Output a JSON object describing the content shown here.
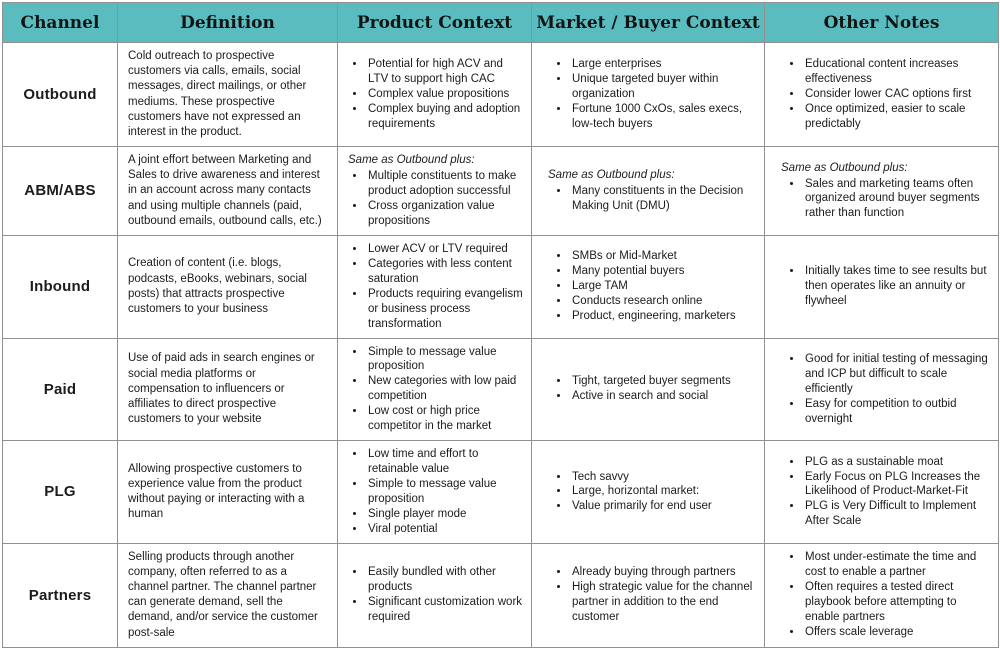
{
  "theme": {
    "header_bg": "#5BBCC0",
    "border_color": "#919191",
    "text_color": "#1c1c1c"
  },
  "table": {
    "headers": [
      "Channel",
      "Definition",
      "Product Context",
      "Market / Buyer Context",
      "Other Notes"
    ],
    "rows": [
      {
        "channel": "Outbound",
        "definition": "Cold outreach to prospective customers via calls, emails, social messages, direct mailings, or other mediums.  These prospective customers have not expressed an interest in the product.",
        "product": {
          "intro": "",
          "bullets": [
            "Potential for high ACV and LTV to support high CAC",
            "Complex value propositions",
            "Complex buying and adoption requirements"
          ]
        },
        "market": {
          "intro": "",
          "bullets": [
            "Large enterprises",
            "Unique targeted buyer within organization",
            "Fortune 1000 CxOs, sales execs, low-tech buyers"
          ]
        },
        "notes": {
          "intro": "",
          "bullets": [
            "Educational content increases effectiveness",
            "Consider lower CAC options first",
            "Once optimized, easier to scale predictably"
          ]
        }
      },
      {
        "channel": "ABM/ABS",
        "definition": "A joint effort between Marketing and Sales to drive awareness and interest in an account across many contacts and using multiple channels (paid, outbound emails, outbound calls, etc.)",
        "product": {
          "intro": "Same as Outbound plus:",
          "bullets": [
            "Multiple constituents to make product adoption successful",
            "Cross organization value propositions"
          ]
        },
        "market": {
          "intro": "Same as Outbound plus:",
          "bullets": [
            "Many constituents in the Decision Making Unit (DMU)"
          ]
        },
        "notes": {
          "intro": "Same as Outbound plus:",
          "bullets": [
            "Sales and marketing teams often organized around buyer segments rather than function"
          ]
        }
      },
      {
        "channel": "Inbound",
        "definition": "Creation of content (i.e. blogs, podcasts, eBooks, webinars, social posts) that attracts prospective customers to your business",
        "product": {
          "intro": "",
          "bullets": [
            "Lower ACV or LTV required",
            "Categories with less content saturation",
            "Products requiring evangelism or business process transformation"
          ]
        },
        "market": {
          "intro": "",
          "bullets": [
            "SMBs or Mid-Market",
            "Many potential buyers",
            "Large TAM",
            "Conducts research online",
            "Product, engineering, marketers"
          ]
        },
        "notes": {
          "intro": "",
          "bullets": [
            "Initially takes time to see results but then operates like an annuity or flywheel"
          ]
        }
      },
      {
        "channel": "Paid",
        "definition": "Use of paid ads in search engines or social media platforms or compensation to influencers or affiliates to direct prospective customers to your website",
        "product": {
          "intro": "",
          "bullets": [
            "Simple to message value proposition",
            "New categories with low paid competition",
            "Low cost or high price competitor in the market"
          ]
        },
        "market": {
          "intro": "",
          "bullets": [
            "Tight, targeted buyer segments",
            "Active in search and social"
          ]
        },
        "notes": {
          "intro": "",
          "bullets": [
            "Good for initial testing of messaging and ICP but difficult to scale efficiently",
            "Easy for competition to outbid overnight"
          ]
        }
      },
      {
        "channel": "PLG",
        "definition": "Allowing prospective customers to experience value from the product without paying or interacting with a human",
        "product": {
          "intro": "",
          "bullets": [
            "Low time and effort to retainable value",
            "Simple to message value proposition",
            "Single player mode",
            "Viral potential"
          ]
        },
        "market": {
          "intro": "",
          "bullets": [
            "Tech savvy",
            "Large, horizontal market:",
            "Value primarily for end user"
          ]
        },
        "notes": {
          "intro": "",
          "bullets": [
            "PLG as a sustainable moat",
            "Early Focus on PLG Increases the Likelihood of Product-Market-Fit",
            "PLG is Very Difficult to Implement After Scale"
          ]
        }
      },
      {
        "channel": "Partners",
        "definition": "Selling products through another company, often referred to as a channel partner.  The channel partner can generate demand, sell the demand, and/or service the customer post-sale",
        "product": {
          "intro": "",
          "bullets": [
            "Easily bundled with other products",
            "Significant customization work required"
          ]
        },
        "market": {
          "intro": "",
          "bullets": [
            "Already buying through partners",
            "High strategic value for the channel partner in addition to the end customer"
          ]
        },
        "notes": {
          "intro": "",
          "bullets": [
            "Most under-estimate the time and cost to enable a partner",
            "Often requires a tested direct playbook before attempting to enable partners",
            "Offers scale leverage"
          ]
        }
      }
    ]
  }
}
